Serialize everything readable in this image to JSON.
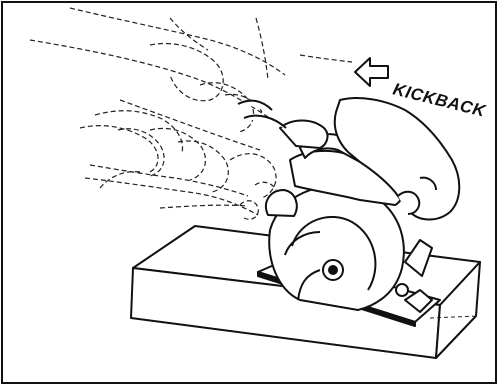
{
  "illustration": {
    "label": "KICKBACK",
    "icons": [
      "arrow-icon",
      "circular-saw",
      "hand",
      "workpiece"
    ],
    "colors": {
      "ink": "#111111",
      "paper": "#ffffff"
    }
  }
}
